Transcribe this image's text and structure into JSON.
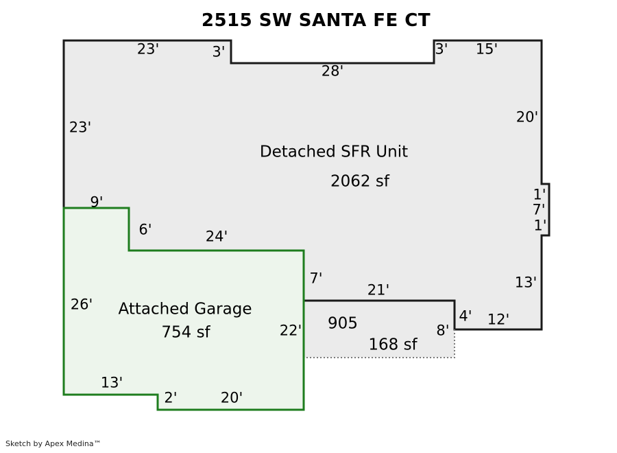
{
  "title": "2515 SW SANTA FE CT",
  "footer": "Sketch by Apex Medina™",
  "colors": {
    "unit_fill": "#EBEBEB",
    "unit_outline": "#1A1A1A",
    "garage_fill": "#EDF5EC",
    "garage_outline": "#1E7D1E",
    "dotted_border": "#7B7B7B"
  },
  "areas": {
    "main": {
      "name": "Detached SFR Unit",
      "sqft": "2062 sf"
    },
    "garage": {
      "name": "Attached Garage",
      "sqft": "754 sf"
    },
    "addition": {
      "code": "905",
      "sqft": "168 sf"
    }
  },
  "dims": [
    {
      "text": "23'"
    },
    {
      "text": "3'"
    },
    {
      "text": "28'"
    },
    {
      "text": "3'"
    },
    {
      "text": "15'"
    },
    {
      "text": "20'"
    },
    {
      "text": "23'"
    },
    {
      "text": "1'"
    },
    {
      "text": "7'"
    },
    {
      "text": "1'"
    },
    {
      "text": "13'"
    },
    {
      "text": "9'"
    },
    {
      "text": "6'"
    },
    {
      "text": "24'"
    },
    {
      "text": "7'"
    },
    {
      "text": "21'"
    },
    {
      "text": "4'"
    },
    {
      "text": "12'"
    },
    {
      "text": "26'"
    },
    {
      "text": "22'"
    },
    {
      "text": "8'"
    },
    {
      "text": "13'"
    },
    {
      "text": "2'"
    },
    {
      "text": "20'"
    }
  ]
}
